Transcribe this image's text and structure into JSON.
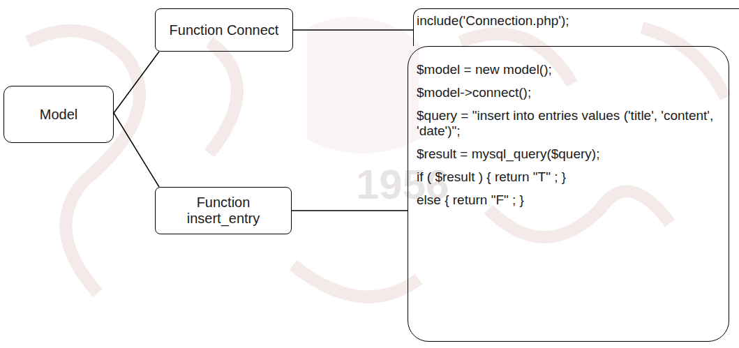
{
  "diagram": {
    "nodes": [
      {
        "text": [
          "Model"
        ]
      },
      {
        "text": [
          "Function Connect"
        ]
      },
      {
        "text": [
          "Function insert_entry"
        ]
      },
      {
        "text": [
          "include('Connection.php');"
        ]
      },
      {
        "text": [
          "$model = new model();",
          "$model->connect();",
          "$query = \"insert into entries values ('title', 'content', 'date')\";",
          "$result = mysql_query($query);",
          "if ( $result ) { return \"T\" ; }",
          "else { return \"F\" ; }"
        ]
      }
    ],
    "edges": [
      {
        "from": 0,
        "to": 1,
        "arrow": "none"
      },
      {
        "from": 0,
        "to": 2,
        "arrow": "none"
      },
      {
        "from": 1,
        "to": 3,
        "arrow": "none"
      },
      {
        "from": 2,
        "to": 4,
        "arrow": "none"
      }
    ],
    "labels": [
      "1956"
    ]
  }
}
